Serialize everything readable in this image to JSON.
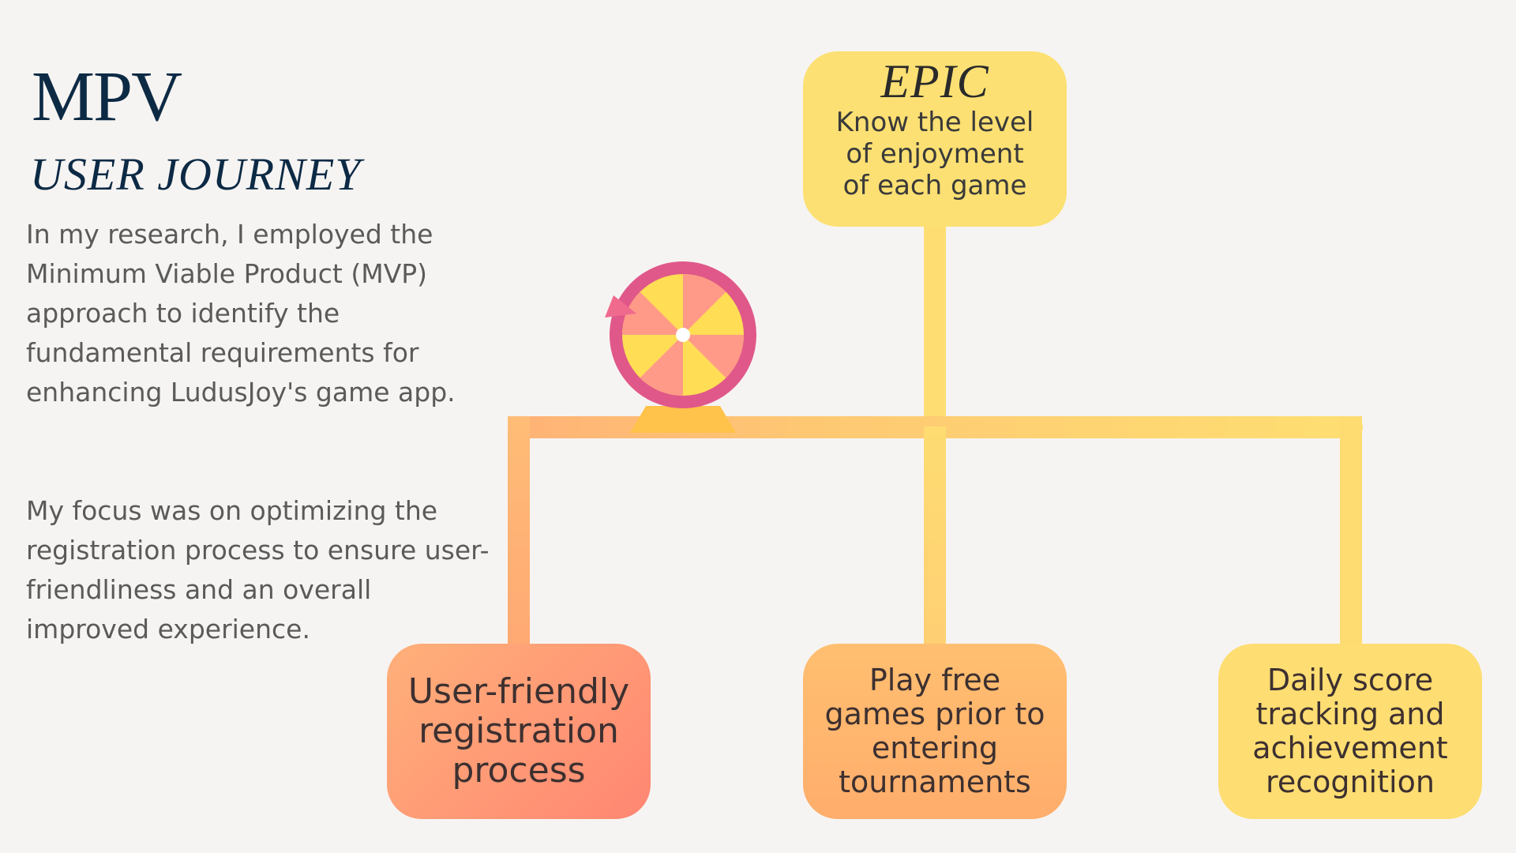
{
  "header": {
    "title": "MPV",
    "subtitle": "USER JOURNEY"
  },
  "body": {
    "paragraph_1": "In my research, I employed the Minimum Viable Product (MVP) approach to identify the fundamental requirements for enhancing LudusJoy's game app.",
    "paragraph_2": "My focus was on optimizing the registration process to ensure user-friendliness and an overall improved experience."
  },
  "diagram": {
    "epic": {
      "label": "EPIC",
      "text": "Know the level\nof enjoyment\nof each game"
    },
    "children": [
      {
        "text": "User-friendly\nregistration\nprocess"
      },
      {
        "text": "Play free\ngames prior to\nentering\ntournaments"
      },
      {
        "text": "Daily score\ntracking and\nachievement\nrecognition"
      }
    ]
  },
  "icons": {
    "wheel": "prize-wheel-icon"
  },
  "colors": {
    "title": "#0d2a45",
    "body_text": "#5a5a5a",
    "epic_fill": "#fce073",
    "connector_yellow": "#fedd72",
    "connector_orange": "#ffb277",
    "node_coral": "#ff8672",
    "node_orange": "#ffad6c",
    "node_yellow": "#fedd72",
    "wheel_rim": "#e0588a",
    "wheel_yellow": "#ffde55",
    "wheel_salmon": "#ff9a88"
  }
}
